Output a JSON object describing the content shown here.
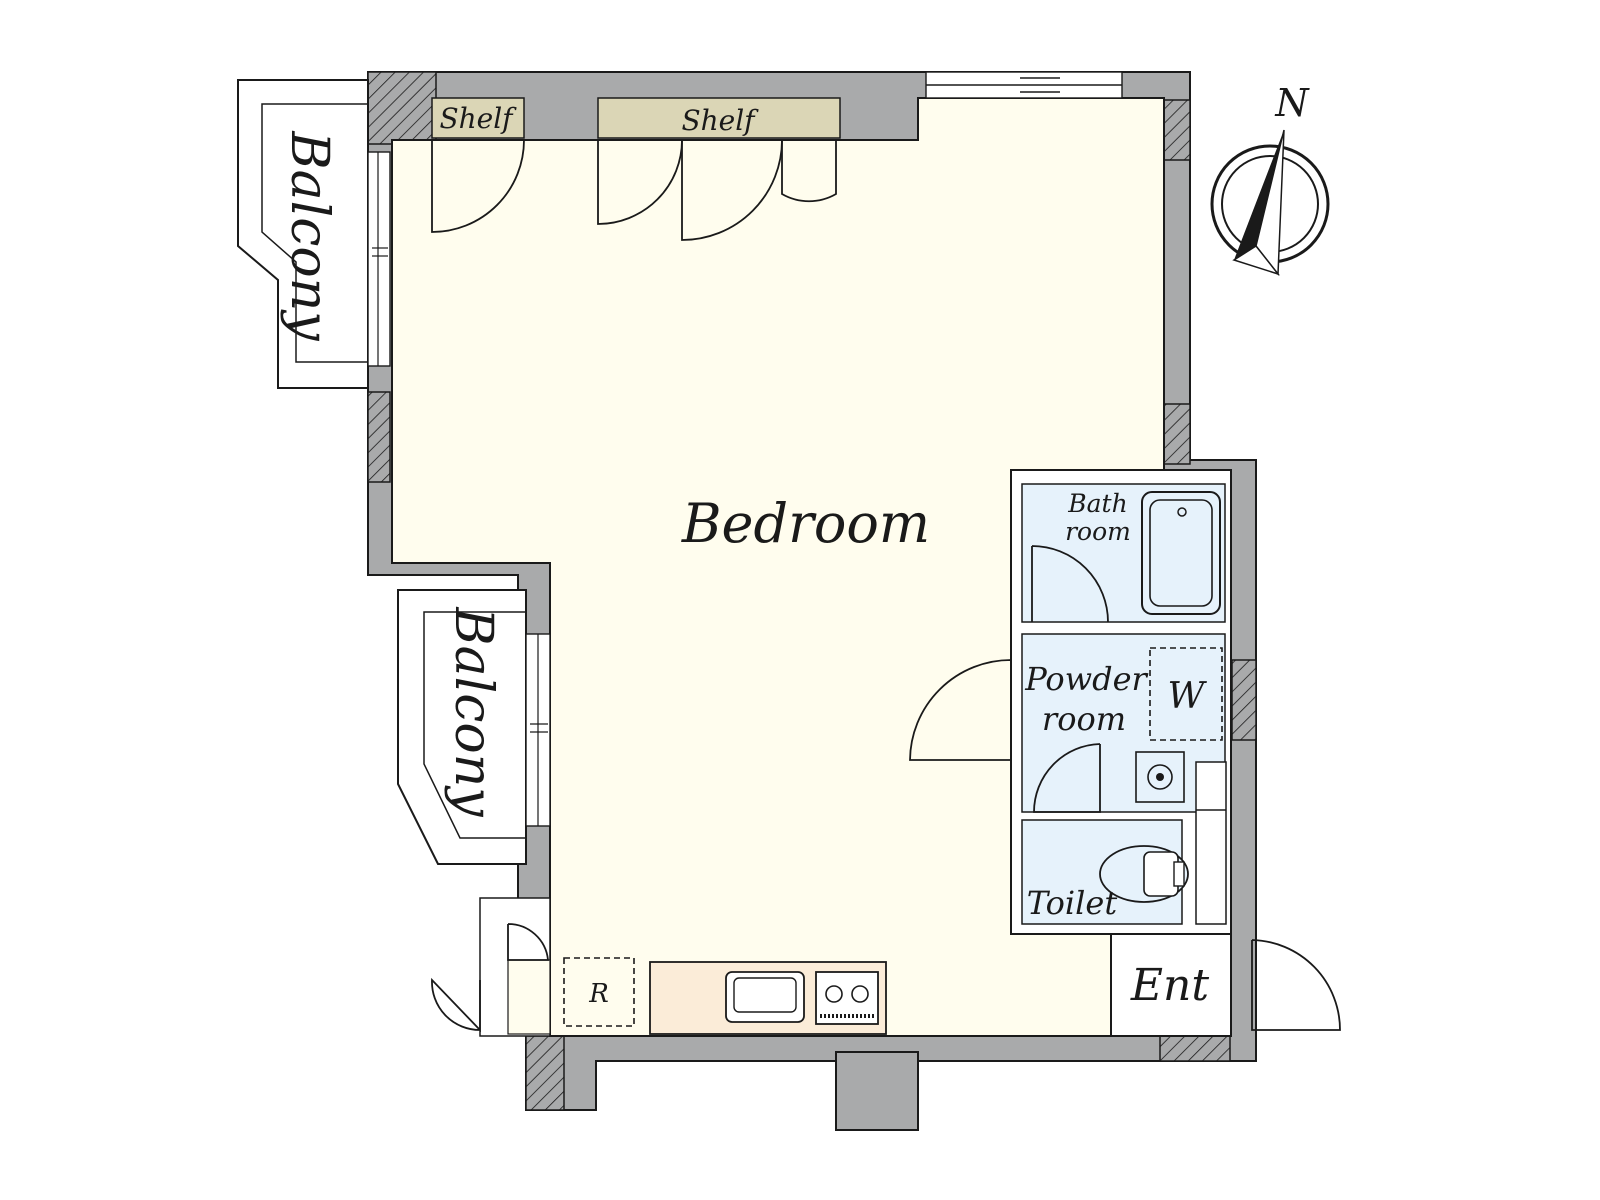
{
  "floor_plan": {
    "rooms": {
      "bedroom": "Bedroom",
      "balcony_upper": "Balcony",
      "balcony_lower": "Balcony",
      "shelf_left": "Shelf",
      "shelf_right": "Shelf",
      "bath_line1": "Bath",
      "bath_line2": "room",
      "powder_line1": "Powder",
      "powder_line2": "room",
      "washer": "W",
      "toilet": "Toilet",
      "entrance": "Ent",
      "refrigerator": "R"
    },
    "compass": {
      "north": "N"
    },
    "colors": {
      "wall": "#a9aaab",
      "floor_main": "#fffdee",
      "floor_wet": "#e6f2fb",
      "shelf": "#dbd6b6",
      "counter": "#fbecd8",
      "outline": "#1a1a1a"
    }
  }
}
